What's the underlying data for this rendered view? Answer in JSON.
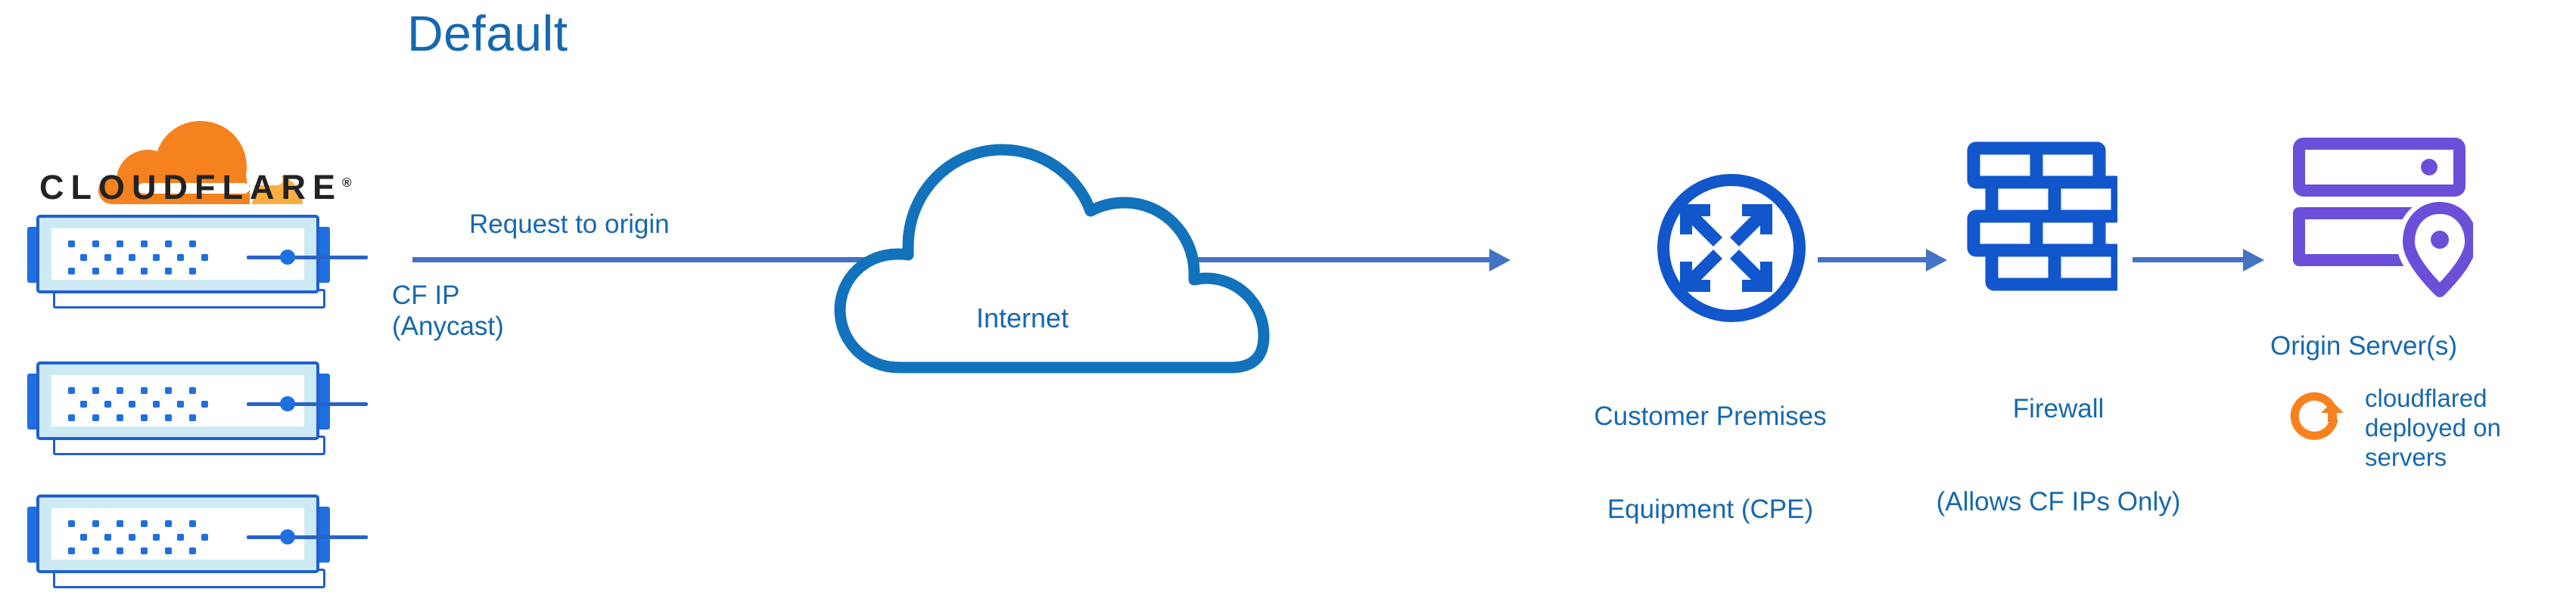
{
  "title": "Default",
  "colors": {
    "title_blue": "#1668B0",
    "label_blue": "#1668B0",
    "arrow_blue": "#4472C4",
    "icon_blue": "#1256CC",
    "cloud_outline": "#1272BC",
    "origin_purple": "#6B4FD8",
    "cloudflare_orange": "#F6821F",
    "cloudflare_orange_light": "#FBAD41",
    "rack_fill": "#CDEAF4",
    "rack_border": "#1F5FD0"
  },
  "brand": {
    "wordmark": "CLOUDFLARE",
    "registered_mark": "®",
    "logo_icon": "cloudflare-cloud-logo"
  },
  "racks": [
    {
      "name": "cloudflare-edge-server-1"
    },
    {
      "name": "cloudflare-edge-server-2"
    },
    {
      "name": "cloudflare-edge-server-3"
    }
  ],
  "flow": {
    "request_label": "Request to origin",
    "cf_ip_label": "CF IP\n(Anycast)",
    "cf_ip_line1": "CF IP",
    "cf_ip_line2": "(Anycast)"
  },
  "nodes": {
    "internet": {
      "label": "Internet",
      "icon": "cloud-icon"
    },
    "cpe": {
      "label": "Customer Premises\nEquipment (CPE)",
      "line1": "Customer Premises",
      "line2": "Equipment (CPE)",
      "icon": "router-four-arrows-icon"
    },
    "firewall": {
      "label": "Firewall\n(Allows CF IPs Only)",
      "line1": "Firewall",
      "line2": "(Allows CF IPs Only)",
      "icon": "brick-wall-icon"
    },
    "origin": {
      "label": "Origin Server(s)",
      "icon": "server-stack-location-pin-icon",
      "note": "cloudflared\ndeployed on\nservers",
      "note_line1": "cloudflared",
      "note_line2": "deployed on",
      "note_line3": "servers",
      "note_icon": "circular-arrow-refresh-icon"
    }
  }
}
